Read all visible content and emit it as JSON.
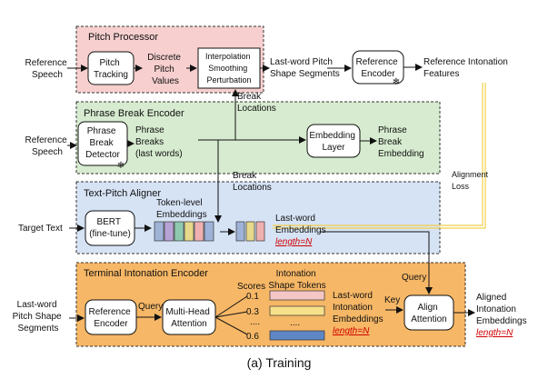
{
  "colors": {
    "pitch_bg": "#f7cfcf",
    "phrase_bg": "#d6ebcf",
    "aligner_bg": "#d6e3f5",
    "terminal_bg": "#f6b766",
    "loss_line": "#f2d04a",
    "highlight_red": "#d00000",
    "emb_colors": [
      "#9fb3d9",
      "#b7a3d6",
      "#8fc9b0",
      "#e6d98b",
      "#f0b0b0"
    ],
    "token_colors": [
      "#f5c6c6",
      "#f6e08a",
      "#5f86c4"
    ]
  },
  "sections": {
    "pitch": "Pitch Processor",
    "phrase": "Phrase Break Encoder",
    "aligner": "Text-Pitch Aligner",
    "terminal": "Terminal Intonation Encoder"
  },
  "pitch": {
    "input": [
      "Reference",
      "Speech"
    ],
    "tracking": [
      "Pitch",
      "Tracking"
    ],
    "discrete": [
      "Discrete",
      "Pitch",
      "Values"
    ],
    "interp": [
      "Interpolation",
      "Smoothing",
      "Perturbation"
    ],
    "segments": [
      "Last-word Pitch",
      "Shape Segments"
    ],
    "ref_encoder": [
      "Reference",
      "Encoder"
    ],
    "features": [
      "Reference Intonation",
      "Features"
    ],
    "break_locations": [
      "Break",
      "Locations"
    ]
  },
  "phrase": {
    "input": [
      "Reference",
      "Speech"
    ],
    "detector": [
      "Phrase",
      "Break",
      "Detector"
    ],
    "breaks": [
      "Phrase",
      "Breaks",
      "(last words)"
    ],
    "embedding_layer": [
      "Embedding",
      "Layer"
    ],
    "output": [
      "Phrase",
      "Break",
      "Embedding"
    ],
    "break_locations": [
      "Break",
      "Locations"
    ]
  },
  "aligner": {
    "input": "Target Text",
    "bert": [
      "BERT",
      "(fine-tune)"
    ],
    "token_emb": [
      "Token-level",
      "Embeddings"
    ],
    "last_word": [
      "Last-word",
      "Embeddings"
    ],
    "length": "length=N"
  },
  "loss": [
    "Alignment",
    "Loss"
  ],
  "terminal": {
    "input": [
      "Last-word",
      "Pitch Shape",
      "Segments"
    ],
    "ref_encoder": [
      "Reference",
      "Encoder"
    ],
    "query1": "Query",
    "mha": [
      "Multi-Head",
      "Attention"
    ],
    "scores_label": "Scores",
    "scores": [
      "0.1",
      "0.3",
      "....",
      "0.6"
    ],
    "tokens_label": [
      "Intonation",
      "Shape Tokens"
    ],
    "tokens_dots": "....",
    "last_word": [
      "Last-word",
      "Intonation",
      "Embeddings"
    ],
    "length": "length=N",
    "key": "Key",
    "query2": "Query",
    "align": [
      "Align",
      "Attention"
    ],
    "output": [
      "Aligned",
      "Intonation",
      "Embeddings"
    ],
    "output_length": "length=N"
  },
  "caption": "(a) Training"
}
